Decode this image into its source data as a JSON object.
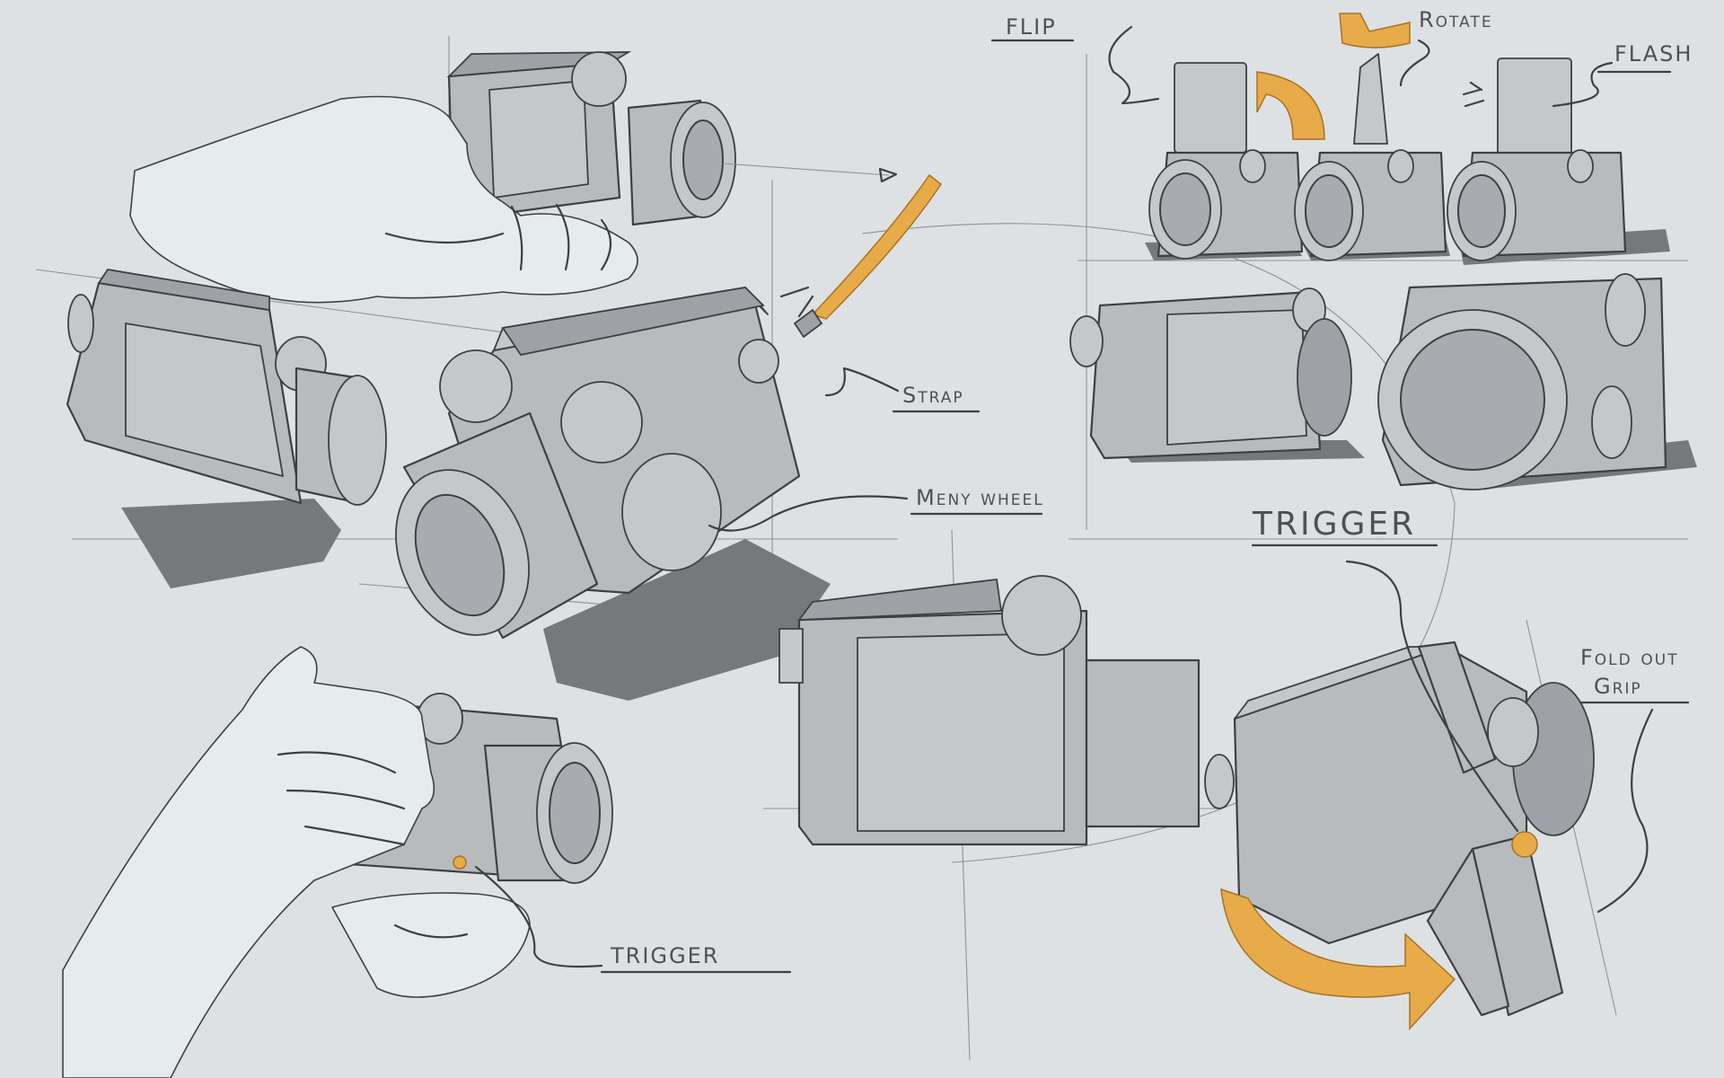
{
  "annotations": {
    "flip": "FLIP",
    "rotate": "Rotate",
    "flash": "FLASH",
    "strap": "Strap",
    "menu_wheel": "Meny wheel",
    "trigger_large": "TRIGGER",
    "trigger_small": "TRIGGER",
    "fold_out_grip_line1": "Fold out",
    "fold_out_grip_line2": "Grip"
  },
  "colors": {
    "background": "#dde1e4",
    "camera_body": "#b8bbbe",
    "shadow": "#75797c",
    "accent": "#e8ab4a",
    "line": "#3d4043"
  }
}
